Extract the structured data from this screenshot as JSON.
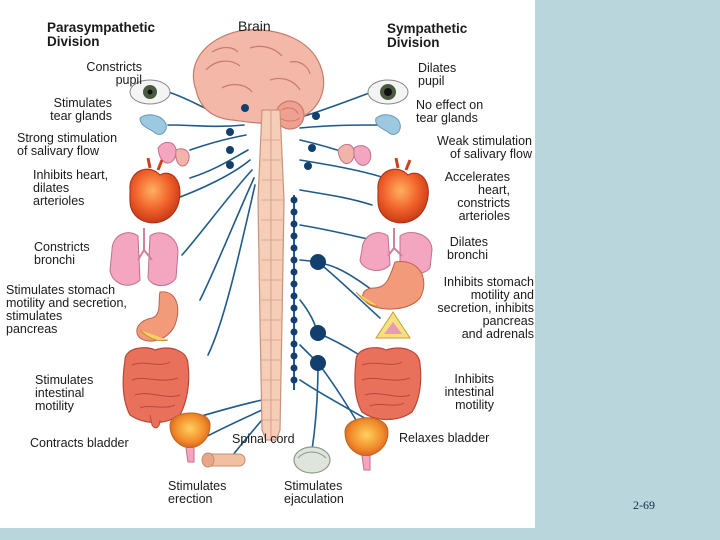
{
  "headers": {
    "parasympathetic": "Parasympathetic\nDivision",
    "brain": "Brain",
    "sympathetic": "Sympathetic\nDivision"
  },
  "parasympathetic_labels": [
    "Constricts\npupil",
    "Stimulates\ntear glands",
    "Strong stimulation\nof salivary flow",
    "Inhibits heart,\ndilates\narterioles",
    "Constricts\nbronchi",
    "Stimulates stomach\nmotility and secretion,\nstimulates\npancreas",
    "Stimulates\nintestinal\nmotility",
    "Contracts bladder"
  ],
  "sympathetic_labels": [
    "Dilates\npupil",
    "No effect on\ntear glands",
    "Weak stimulation\nof salivary flow",
    "Accelerates\nheart,\nconstricts\narterioles",
    "Dilates\nbronchi",
    "Inhibits stomach\nmotility and\nsecretion, inhibits\npancreas\nand adrenals",
    "Inhibits\nintestinal\nmotility",
    "Relaxes bladder"
  ],
  "bottom_labels": {
    "spinal_cord": "Spinal cord",
    "erection": "Stimulates\nerection",
    "ejaculation": "Stimulates\nejaculation"
  },
  "slide_number": "2-69",
  "colors": {
    "nerve": "#1f5a8a",
    "ganglion": "#123f6e",
    "brain": "#f3b8a8",
    "spinal_cord": "#f6cdb6",
    "heart": "#e8501c",
    "lungs": "#f4a6c0",
    "intestine": "#e9705a",
    "background": "#b8d6dc"
  }
}
